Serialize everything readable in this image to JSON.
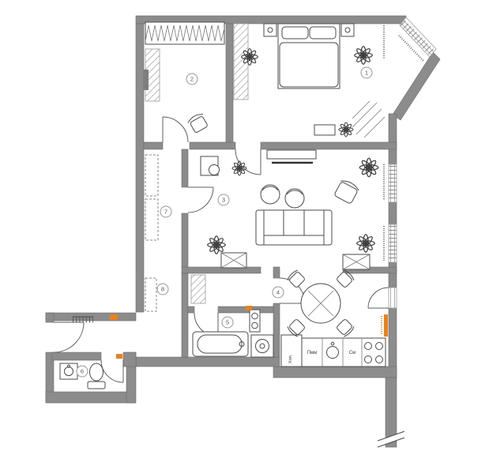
{
  "plan": {
    "rooms": [
      {
        "number": "1"
      },
      {
        "number": "2"
      },
      {
        "number": "3"
      },
      {
        "number": "4"
      },
      {
        "number": "5"
      },
      {
        "number": "6"
      },
      {
        "number": "7"
      },
      {
        "number": "8"
      }
    ],
    "kitchen": {
      "fridge_label": "Хол.",
      "dishwasher_label": "Пмм",
      "washer_label": "См"
    },
    "colors": {
      "wall": "#8c8c8c",
      "accent": "#e8821e",
      "outline": "#4b4b4b"
    }
  }
}
